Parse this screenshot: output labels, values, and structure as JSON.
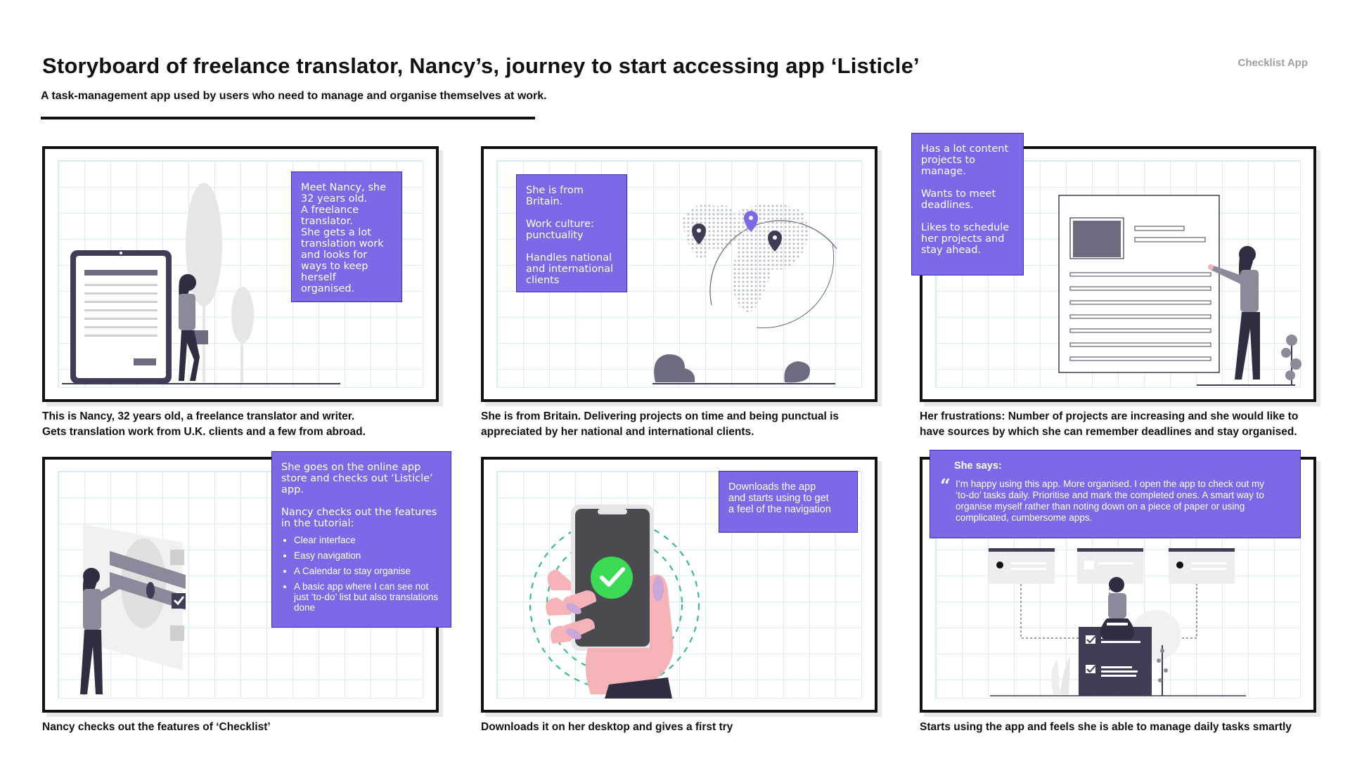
{
  "header": {
    "title": "Storyboard of freelance translator, Nancy’s, journey to start accessing app ‘Listicle’",
    "subtitle": "A task-management app used by users who need to manage and organise themselves at work.",
    "tag": "Checklist App"
  },
  "colors": {
    "accent": "#7b69e6",
    "dark": "#3f3d56",
    "grid": "#d6ebf2",
    "pink": "#f5b3b8",
    "green": "#3bdb55",
    "teal": "#2bb68a"
  },
  "panels": [
    {
      "note": {
        "lines": [
          "Meet Nancy, she",
          "32 years old.",
          "A freelance",
          "translator.",
          "She gets a lot",
          "translation work",
          "and looks for",
          "ways to keep",
          "herself organised."
        ]
      },
      "caption": [
        "This is Nancy, 32 years old, a freelance translator and writer.",
        "Gets translation work from U.K. clients and a few from abroad."
      ]
    },
    {
      "note": {
        "p1": [
          "She is from",
          "Britain."
        ],
        "p2": [
          "Work culture:",
          "punctuality"
        ],
        "p3": [
          "Handles national",
          "and international",
          "clients"
        ]
      },
      "caption": [
        "She is from Britain. Delivering projects on time and being punctual is",
        "appreciated by her national and international clients."
      ]
    },
    {
      "note": {
        "p1": [
          "Has a lot content",
          "projects to",
          "manage."
        ],
        "p2": [
          "Wants to meet",
          "deadlines."
        ],
        "p3": [
          "Likes to schedule",
          "her projects and",
          "stay ahead."
        ]
      },
      "caption": [
        "Her frustrations: Number of projects are increasing and she would like to",
        "have sources by which she can remember deadlines and stay organised."
      ]
    },
    {
      "note": {
        "p1": [
          "She goes on the online app",
          "store and checks out ‘Listicle’",
          "app."
        ],
        "p2": [
          "Nancy checks out the features",
          "in the tutorial:"
        ],
        "bullets": [
          "Clear interface",
          "Easy navigation",
          "A Calendar to stay organise",
          "A basic app where I can see not just ‘to-do’ list but also translations done"
        ]
      },
      "caption": [
        "Nancy checks out the features of ‘Checklist’"
      ]
    },
    {
      "note": {
        "lines": [
          "Downloads the app",
          "and starts using to get",
          "a feel of the navigation"
        ]
      },
      "caption": [
        "Downloads it on her desktop and gives a first try"
      ]
    },
    {
      "note": {
        "heading": "She says:",
        "quote_mark": "“",
        "lines": [
          "I’m happy using this app. More organised. I open the app to check out my",
          "‘to-do’ tasks daily. Prioritise and mark the completed ones. A smart way to",
          "organise myself rather than noting down on a piece of paper or using",
          "complicated, cumbersome apps."
        ]
      },
      "caption": [
        "Starts using the app and feels she is able to manage daily tasks smartly"
      ]
    }
  ]
}
